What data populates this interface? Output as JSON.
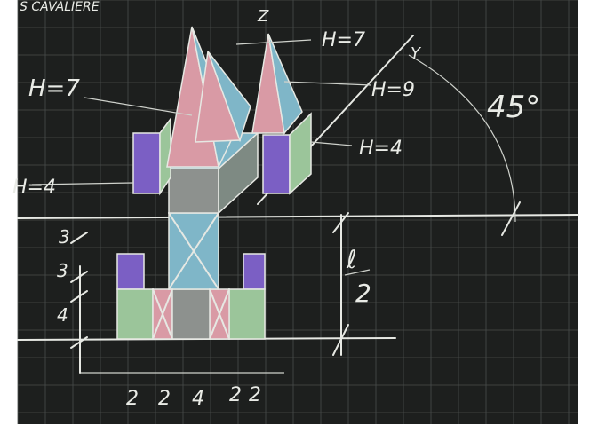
{
  "header": {
    "scribble": "S CAVALIERE"
  },
  "axes": {
    "z_label": "Z",
    "y_label": "Y",
    "angle_label": "45°"
  },
  "heights": {
    "center_spire": "H=9",
    "right_spire": "H=7",
    "left_spire": "H=7",
    "right_tower": "H=4",
    "left_tower": "H=4"
  },
  "dimensions": {
    "vertical": [
      "3",
      "3",
      "4"
    ],
    "half_label_num": "ℓ",
    "half_label_den": "2",
    "horizontal": [
      "2",
      "2",
      "4",
      "2",
      "2"
    ]
  },
  "colors": {
    "board": "#1d1f1e",
    "chalk": "#e6e8e3",
    "blue": "#7fb6c8",
    "pink": "#d99aa5",
    "purple": "#7b5fc4",
    "green": "#9bc59a",
    "grey": "#8d918e"
  }
}
